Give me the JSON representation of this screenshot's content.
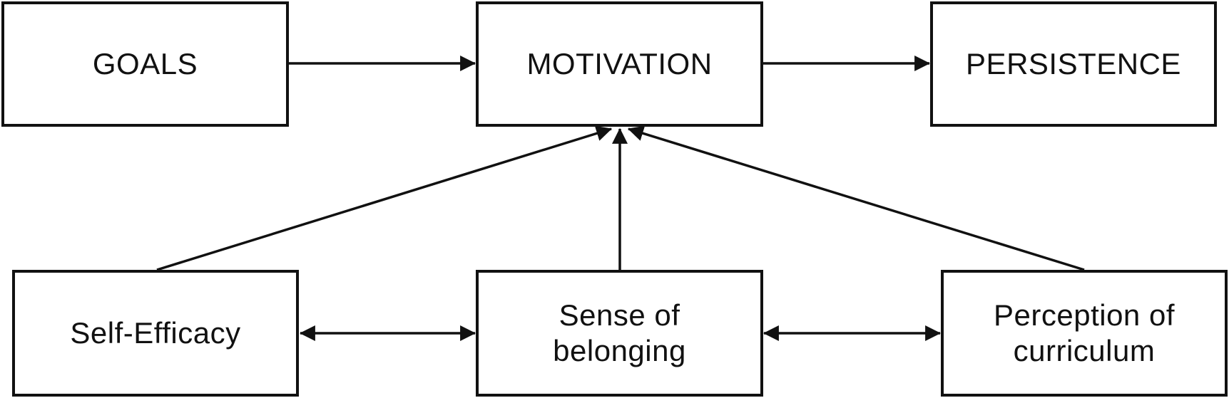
{
  "nodes": {
    "goals": "GOALS",
    "motivation": "MOTIVATION",
    "persistence": "PERSISTENCE",
    "self_efficacy": "Self-Efficacy",
    "belonging": "Sense of\nbelonging",
    "curriculum": "Perception of\ncurriculum"
  },
  "edges": [
    {
      "from": "GOALS",
      "to": "MOTIVATION",
      "direction": "one-way"
    },
    {
      "from": "MOTIVATION",
      "to": "PERSISTENCE",
      "direction": "one-way"
    },
    {
      "from": "Self-Efficacy",
      "to": "MOTIVATION",
      "direction": "one-way"
    },
    {
      "from": "Sense of belonging",
      "to": "MOTIVATION",
      "direction": "one-way"
    },
    {
      "from": "Perception of curriculum",
      "to": "MOTIVATION",
      "direction": "one-way"
    },
    {
      "from": "Self-Efficacy",
      "to": "Sense of belonging",
      "direction": "two-way"
    },
    {
      "from": "Sense of belonging",
      "to": "Perception of curriculum",
      "direction": "two-way"
    }
  ],
  "colors": {
    "stroke": "#111111",
    "background": "#ffffff"
  }
}
